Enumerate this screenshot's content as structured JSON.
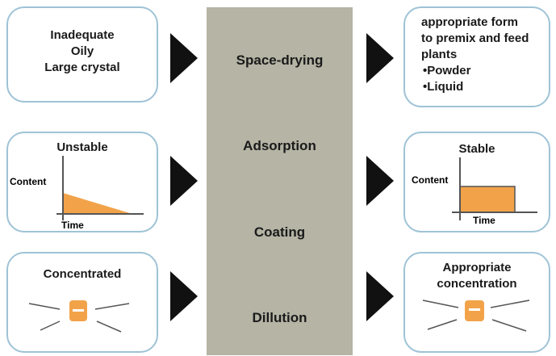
{
  "left": {
    "top_box": {
      "lines": [
        "Inadequate",
        "Oily",
        "Large crystal"
      ]
    },
    "mid_box": {
      "title": "Unstable",
      "ylabel": "Content",
      "xlabel": "Time"
    },
    "bottom_box": {
      "title": "Concentrated"
    }
  },
  "process": {
    "steps": [
      "Space-drying",
      "Adsorption",
      "Coating",
      "Dillution"
    ],
    "color": "#b5b4a5"
  },
  "right": {
    "top_box": {
      "intro": [
        "appropriate form",
        "to premix and feed",
        "plants"
      ],
      "items": [
        "•Powder",
        "•Liquid"
      ]
    },
    "mid_box": {
      "title": "Stable",
      "ylabel": "Content",
      "xlabel": "Time"
    },
    "bottom_box": {
      "title_lines": [
        "Appropriate",
        "concentration"
      ]
    }
  },
  "colors": {
    "box_border": "#9fc3d6",
    "accent_fill": "#f2a34a",
    "arrow": "#111111"
  }
}
